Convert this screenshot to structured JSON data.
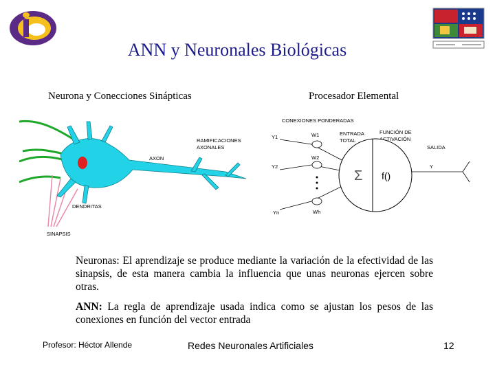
{
  "slide": {
    "title": "ANN  y Neuronales Biológicas",
    "left_subtitle": "Neurona y Conecciones Sinápticas",
    "right_subtitle": "Procesador Elemental"
  },
  "neuron_figure": {
    "label_ramificaciones": "RAMIFICACIONES",
    "label_axonales": "AXONALES",
    "label_axon": "AXON",
    "label_dendritas": "DENDRITAS",
    "label_sinapsis": "SINAPSIS"
  },
  "processor_figure": {
    "label_conexiones": "CONEXIONES PONDERADAS",
    "label_entrada_1": "ENTRADA",
    "label_entrada_2": "TOTAL",
    "label_funcion_1": "FUNCIÓN DE",
    "label_funcion_2": "ACTIVACIÓN",
    "label_salida": "SALIDA",
    "input_1": "Y1",
    "input_2": "Y2",
    "input_n": "Yn",
    "weight_1": "W1",
    "weight_2": "W2",
    "weight_n": "Wh",
    "function_label": "f()",
    "output_label": "Y"
  },
  "body": {
    "p1_term": "Neuronas",
    "p1_text": ": El aprendizaje se produce mediante la variación de la efectividad de las sinapsis, de esta manera cambia la influencia que unas neuronas ejercen sobre otras.",
    "p2_term": "ANN:",
    "p2_text": " La regla de aprendizaje usada indica como se ajustan los pesos de las conexiones en función del vector entrada"
  },
  "footer": {
    "professor": "Profesor: Héctor Allende",
    "course": "Redes Neuronales Artificiales",
    "page": "12"
  },
  "colors": {
    "title": "#1b1b8a",
    "neuron": "#22d3e8",
    "nucleus": "#e02020",
    "dendrite_green": "#1ea82a",
    "synapse_pink": "#e88aa8",
    "logo_yellow": "#f4c01e",
    "logo_purple": "#5b2a86"
  }
}
